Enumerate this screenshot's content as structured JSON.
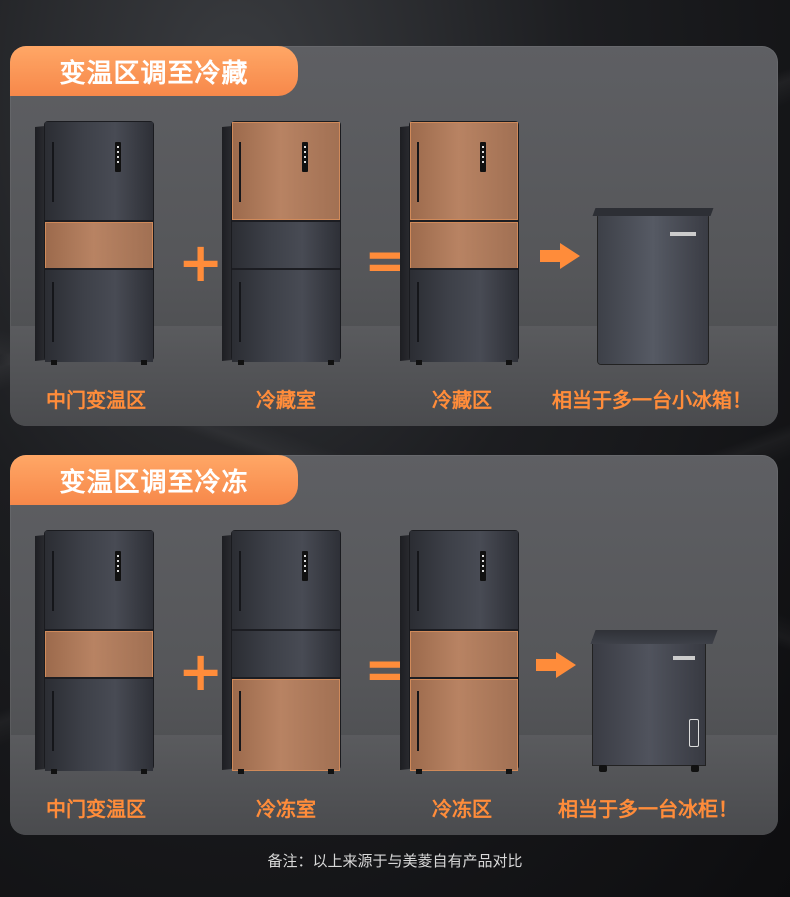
{
  "sections": [
    {
      "title": "变温区调至冷藏",
      "labels": [
        "中门变温区",
        "冷藏室",
        "冷藏区",
        "相当于多一台小冰箱！"
      ],
      "plus": "+",
      "equals": "="
    },
    {
      "title": "变温区调至冷冻",
      "labels": [
        "中门变温区",
        "冷冻室",
        "冷冻区",
        "相当于多一台冰柜！"
      ],
      "plus": "+",
      "equals": "="
    }
  ],
  "footnote": "备注：以上来源于与美菱自有产品对比",
  "colors": {
    "accent": "#ff8c3a",
    "tag": "#f7884a",
    "panel": "#555659"
  }
}
